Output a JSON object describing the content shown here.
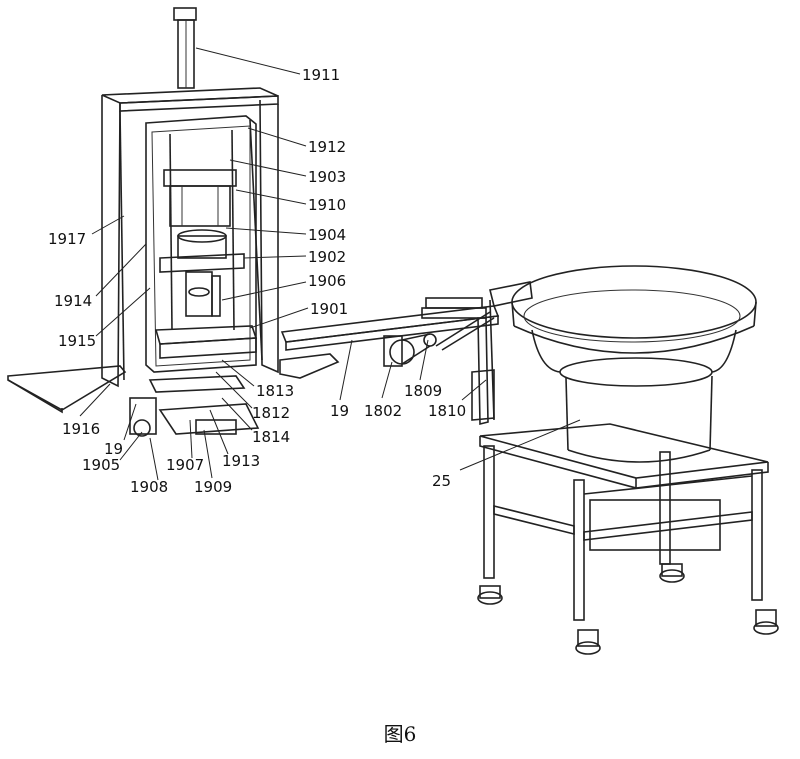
{
  "labels": {
    "l1911": "1911",
    "l1912": "1912",
    "l1903": "1903",
    "l1910": "1910",
    "l1904": "1904",
    "l1902": "1902",
    "l1906": "1906",
    "l1901": "1901",
    "l1917": "1917",
    "l1914": "1914",
    "l1915": "1915",
    "l1916": "1916",
    "l19a": "19",
    "l1905": "1905",
    "l1907": "1907",
    "l1908": "1908",
    "l1909": "1909",
    "l1913": "1913",
    "l1814": "1814",
    "l1812": "1812",
    "l1813": "1813",
    "l19b": "19",
    "l1802": "1802",
    "l1809": "1809",
    "l1810": "1810",
    "l25": "25"
  },
  "caption": "图6"
}
